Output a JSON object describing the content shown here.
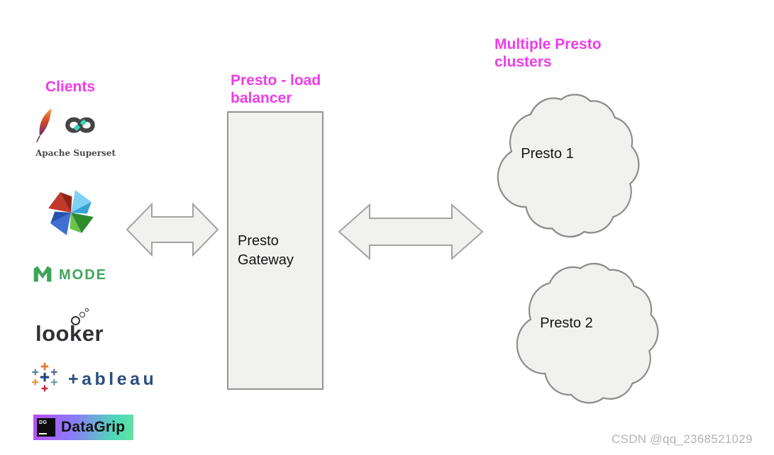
{
  "page": {
    "background": "#ffffff",
    "watermark": "CSDN @qq_2368521029"
  },
  "colors": {
    "heading_magenta": "#ef3cea",
    "shape_fill": "#f1f1f0",
    "shape_border": "#929292",
    "node_text": "#141414",
    "mode_green": "#3fa45b",
    "tableau_navy": "#2b4d7e",
    "superset_teal": "#38d5b5"
  },
  "clients": {
    "heading": "Clients",
    "items": [
      {
        "name": "apache-superset",
        "label": "Apache Superset"
      },
      {
        "name": "apache-zeppelin",
        "label": ""
      },
      {
        "name": "mode",
        "label": "MODE"
      },
      {
        "name": "looker",
        "label": "looker"
      },
      {
        "name": "tableau",
        "label": "+ableau"
      },
      {
        "name": "datagrip",
        "label": "DataGrip",
        "badge": "DG"
      }
    ]
  },
  "load_balancer": {
    "heading": "Presto - load balancer",
    "node": {
      "line1": "Presto",
      "line2": "Gateway"
    }
  },
  "clusters": {
    "heading": "Multiple Presto clusters",
    "nodes": [
      {
        "label": "Presto 1"
      },
      {
        "label": "Presto 2"
      }
    ]
  }
}
